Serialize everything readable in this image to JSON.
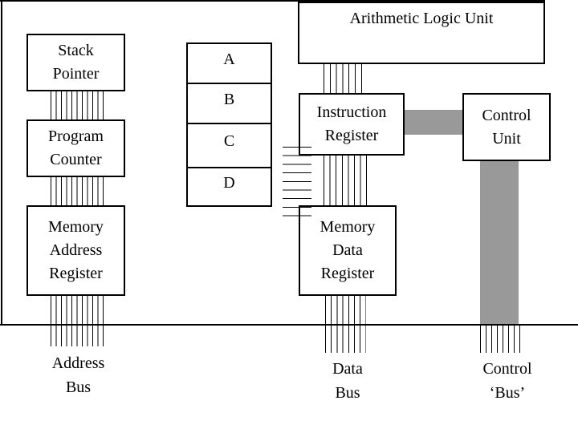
{
  "boxes": {
    "stack_pointer": "Stack\nPointer",
    "program_counter": "Program\nCounter",
    "memory_address_register": "Memory\nAddress\nRegister",
    "alu": "Arithmetic Logic Unit",
    "instruction_register": "Instruction\nRegister",
    "control_unit": "Control\nUnit",
    "memory_data_register": "Memory\nData\nRegister"
  },
  "registers": [
    "A",
    "B",
    "C",
    "D"
  ],
  "bus_labels": {
    "address": "Address\nBus",
    "data": "Data\nBus",
    "control": "Control\n‘Bus’"
  },
  "colors": {
    "bus_fill_gray": "#999999",
    "line_black": "#000000",
    "background": "#ffffff"
  }
}
